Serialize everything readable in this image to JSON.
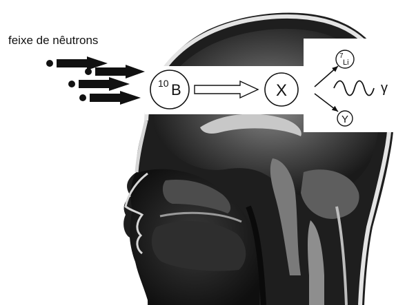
{
  "diagram": {
    "beam_label": "feixe de nêutrons",
    "boron": {
      "mass": "10",
      "symbol": "B"
    },
    "compound_nucleus": "X",
    "lithium": {
      "mass": "7",
      "symbol": "Li"
    },
    "gamma_symbol": "γ",
    "product_y": "Y"
  },
  "colors": {
    "background": "#ffffff",
    "ink": "#111111",
    "mri_dark": "#151515",
    "mri_mid": "#6b6b6b",
    "mri_light": "#d8d8d8"
  }
}
